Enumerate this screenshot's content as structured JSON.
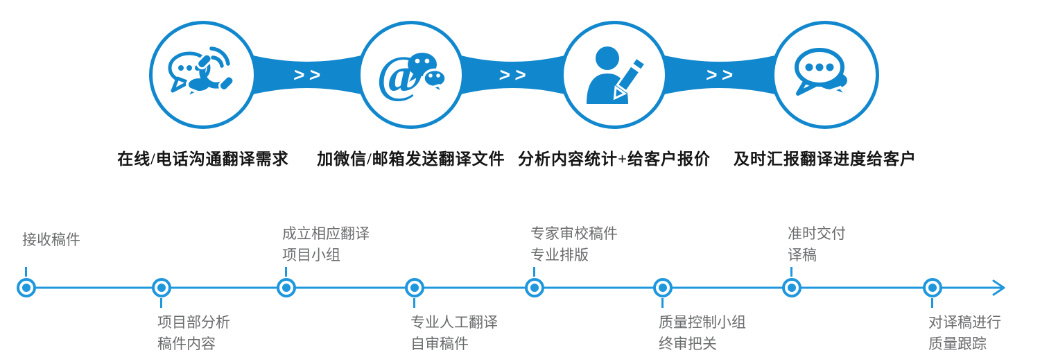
{
  "colors": {
    "primary_blue": "#1187cd",
    "timeline_blue": "#1e97dc",
    "label_gray": "#6b6c6e",
    "label_dark": "#151515",
    "white": "#ffffff"
  },
  "top_flow": {
    "chevrons": ">>",
    "steps": [
      {
        "icon": "chat-phone-icon",
        "label": "在线/电话沟通翻译需求"
      },
      {
        "icon": "at-wechat-icon",
        "label": "加微信/邮箱发送翻译文件",
        "at_glyph": "@"
      },
      {
        "icon": "analyst-pencil-icon",
        "label": "分析内容统计+给客户报价"
      },
      {
        "icon": "chat-bubbles-icon",
        "label": "及时汇报翻译进度给客户"
      }
    ]
  },
  "timeline": {
    "nodes": [
      {
        "position": "above",
        "lines": [
          "接收稿件"
        ]
      },
      {
        "position": "below",
        "lines": [
          "项目部分析",
          "稿件内容"
        ]
      },
      {
        "position": "above",
        "lines": [
          "成立相应翻译",
          "项目小组"
        ]
      },
      {
        "position": "below",
        "lines": [
          "专业人工翻译",
          "自审稿件"
        ]
      },
      {
        "position": "above",
        "lines": [
          "专家审校稿件",
          "专业排版"
        ]
      },
      {
        "position": "below",
        "lines": [
          "质量控制小组",
          "终审把关"
        ]
      },
      {
        "position": "above",
        "lines": [
          "准时交付",
          "译稿"
        ]
      },
      {
        "position": "below",
        "lines": [
          "对译稿进行",
          "质量跟踪"
        ]
      }
    ]
  }
}
